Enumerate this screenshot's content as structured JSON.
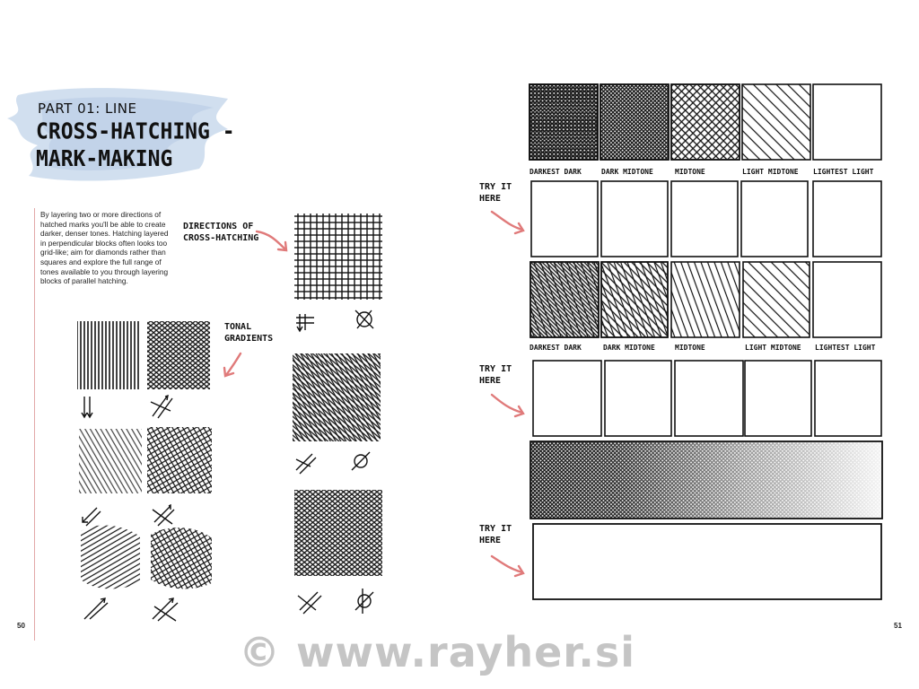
{
  "left_page": {
    "part_label": "PART 01: LINE",
    "title_line1": "CROSS-HATCHING -",
    "title_line2": "MARK-MAKING",
    "intro_text": "By layering two or more directions of hatched marks you'll be able to create darker, denser tones. Hatching layered in perpendicular blocks often looks too grid-like; aim for diamonds rather than squares and explore the full range of tones available to you through layering blocks of parallel hatching.",
    "annotation_directions": [
      "DIRECTIONS OF",
      "CROSS-HATCHING"
    ],
    "annotation_tonal": [
      "TONAL",
      "GRADIENTS"
    ],
    "page_number": "50"
  },
  "right_page": {
    "tone_labels": [
      "DARKEST DARK",
      "DARK MIDTONE",
      "MIDTONE",
      "LIGHT MIDTONE",
      "LIGHTEST LIGHT"
    ],
    "try_it_label": [
      "TRY IT",
      "HERE"
    ],
    "page_number": "51"
  },
  "colors": {
    "accent_arrow": "#e07a7a",
    "brush_blue": "#c9d9ec",
    "ink": "#111111"
  },
  "watermark": "© www.rayher.si"
}
